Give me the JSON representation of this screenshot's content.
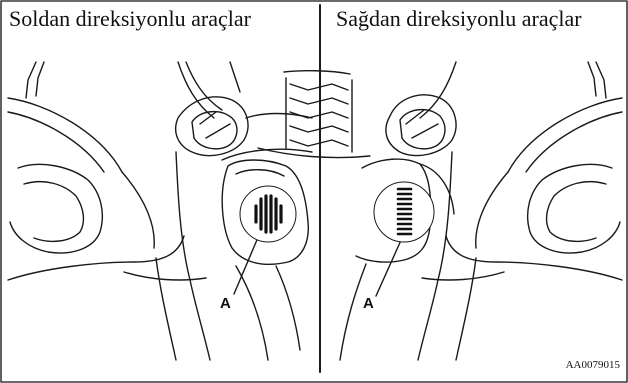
{
  "panels": {
    "left": {
      "title": "Soldan direksiyonlu araçlar",
      "callout": "A"
    },
    "right": {
      "title": "Sağdan direksiyonlu araçlar",
      "callout": "A"
    }
  },
  "figure_id": "AA0079015",
  "colors": {
    "line": "#1a1a1a",
    "frame": "#3a3a3a",
    "background": "#ffffff",
    "highlight": "#ffffff"
  }
}
